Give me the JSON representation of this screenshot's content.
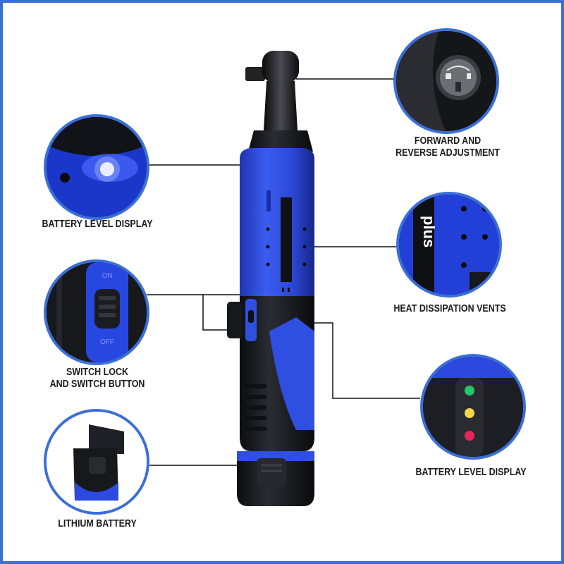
{
  "callouts": {
    "direction": "FORWARD AND\nREVERSE ADJUSTMENT",
    "light": "BATTERY LEVEL DISPLAY",
    "vents": "HEAT DISSIPATION VENTS",
    "switch": "SWITCH LOCK\nAND SWITCH BUTTON",
    "battery_leds": "BATTERY LEVEL DISPLAY",
    "battery": "LITHIUM BATTERY"
  },
  "markings": {
    "switch_on": "ON",
    "switch_off": "OFF",
    "brand_fragment": "plus"
  },
  "colors": {
    "accent_border": "#3b6fd8",
    "tool_blue": "#2f4fe0",
    "tool_black": "#1c1d22",
    "led_green": "#22c76a",
    "led_yellow": "#f1d64a",
    "led_red": "#e8245b"
  }
}
